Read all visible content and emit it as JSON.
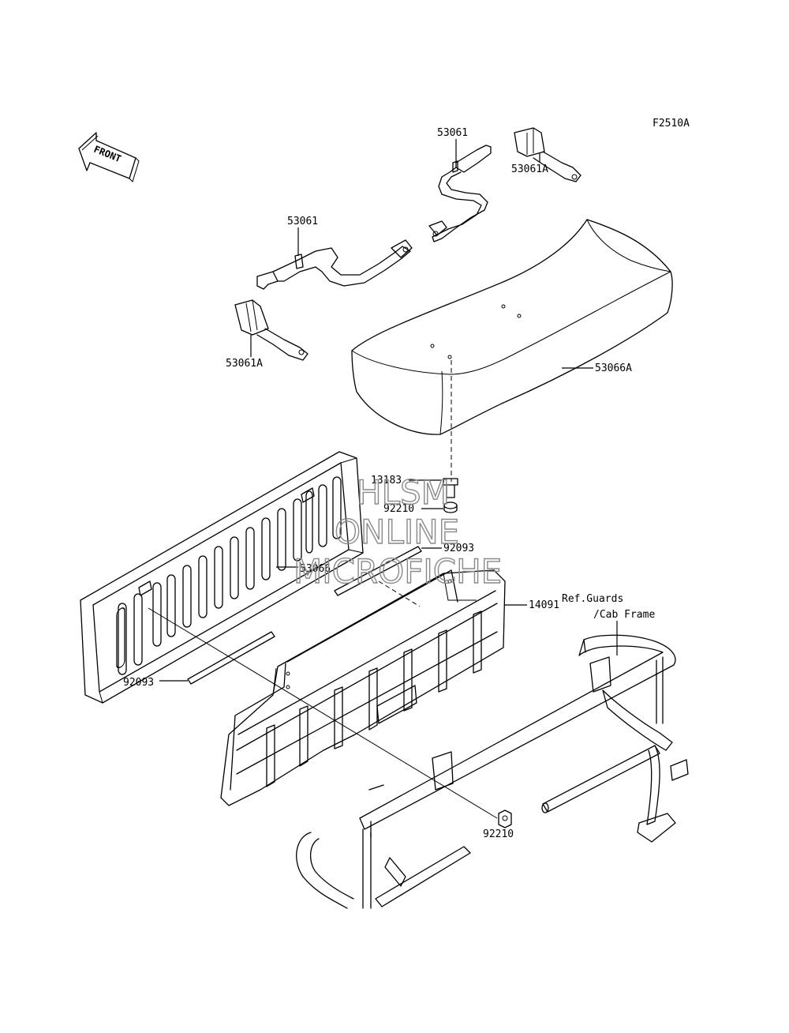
{
  "figure_code": "F2510A",
  "front_label": "FRONT",
  "ref_note": {
    "line1": "Ref.Guards",
    "line2": "/Cab Frame"
  },
  "parts": {
    "strap_top_center": "53061",
    "strap_top_right": "53061A",
    "strap_left": "53061",
    "strap_left_lower": "53061A",
    "seat_cushion": "53066A",
    "bolt": "13183",
    "washer_upper": "92210",
    "pipe_upper": "92093",
    "backrest": "53066",
    "panel": "14091",
    "pipe_lower": "92093",
    "nut_lower": "92210"
  },
  "watermark": {
    "line1": "HLSM",
    "line2": "ONLINE",
    "line3": "MICROFICHE"
  }
}
